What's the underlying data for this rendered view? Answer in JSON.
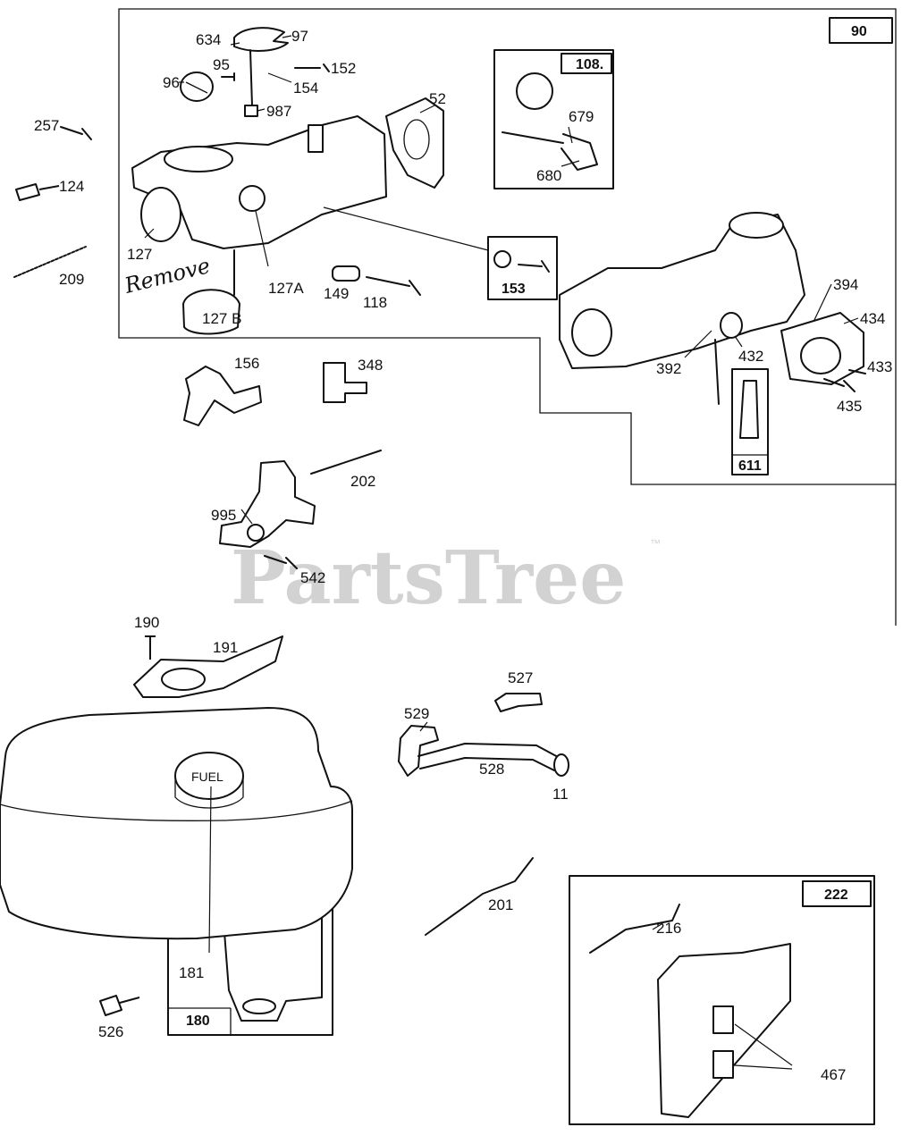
{
  "watermark": {
    "text": "PartsTree",
    "trademark": "™"
  },
  "handwritten_note": "Remove",
  "assembly_boxes": {
    "carburetor": "90",
    "repair_kit": "108.",
    "float_needle": "611",
    "air_vane": "222",
    "fuel_tank_assembly": "180",
    "screw_kit": "153"
  },
  "callouts": {
    "c634": "634",
    "c97": "97",
    "c95": "95",
    "c96": "96",
    "c152": "152",
    "c154": "154",
    "c987": "987",
    "c52": "52",
    "c257": "257",
    "c124": "124",
    "c209": "209",
    "c127": "127",
    "c127a": "127A",
    "c127b": "127 B",
    "c149": "149",
    "c118": "118",
    "c679": "679",
    "c680": "680",
    "c394": "394",
    "c434": "434",
    "c433": "433",
    "c435": "435",
    "c392": "392",
    "c432": "432",
    "c156": "156",
    "c348": "348",
    "c202": "202",
    "c995": "995",
    "c542": "542",
    "c190": "190",
    "c191": "191",
    "c527": "527",
    "c529": "529",
    "c528": "528",
    "c11": "11",
    "c201": "201",
    "c216": "216",
    "c467": "467",
    "c181": "181",
    "c526": "526"
  },
  "fuel_cap_text": "FUEL"
}
